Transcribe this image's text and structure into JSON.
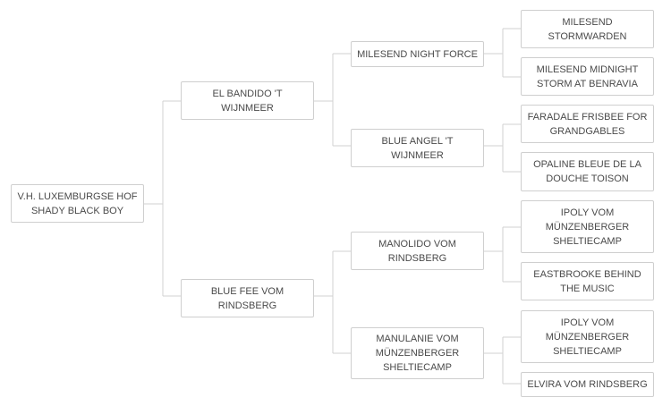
{
  "pedigree": {
    "subject": "V.H. LUXEMBURGSE HOF SHADY BLACK BOY",
    "sire": {
      "name": "EL BANDIDO 'T WIJNMEER",
      "sire": {
        "name": "MILESEND NIGHT FORCE",
        "sire": "MILESEND STORMWARDEN",
        "dam": "MILESEND MIDNIGHT STORM AT BENRAVIA"
      },
      "dam": {
        "name": "BLUE ANGEL 'T WIJNMEER",
        "sire": "FARADALE FRISBEE FOR GRANDGABLES",
        "dam": "OPALINE BLEUE DE LA DOUCHE TOISON"
      }
    },
    "dam": {
      "name": "BLUE FEE VOM RINDSBERG",
      "sire": {
        "name": "MANOLIDO VOM RINDSBERG",
        "sire": "IPOLY VOM MÜNZENBERGER SHELTIECAMP",
        "dam": "EASTBROOKE BEHIND THE MUSIC"
      },
      "dam": {
        "name": "MANULANIE VOM MÜNZENBERGER SHELTIECAMP",
        "sire": "IPOLY VOM MÜNZENBERGER SHELTIECAMP",
        "dam": "ELVIRA VOM RINDSBERG"
      }
    }
  }
}
